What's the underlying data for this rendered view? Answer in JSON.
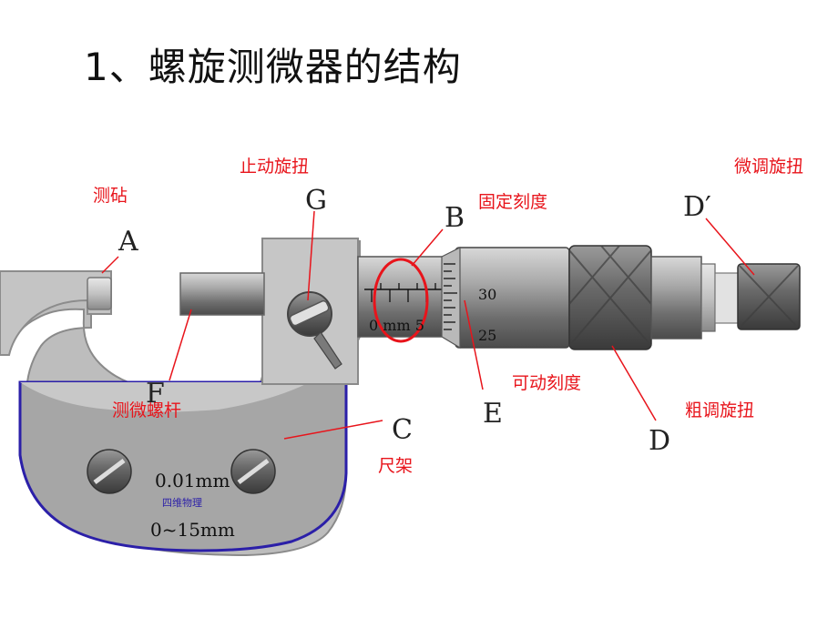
{
  "title": "1、螺旋测微器的结构",
  "labels": {
    "anvil": "测砧",
    "lock": "止动旋扭",
    "fixed_scale": "固定刻度",
    "fine_knob": "微调旋扭",
    "movable_scale": "可动刻度",
    "spindle": "测微螺杆",
    "frame": "尺架",
    "coarse_knob": "粗调旋扭"
  },
  "letters": {
    "A": "A",
    "G": "G",
    "B": "B",
    "Dprime": "D′",
    "F": "F",
    "C": "C",
    "E": "E",
    "D": "D"
  },
  "frame_text": {
    "precision": "0.01mm",
    "brand": "四维物理",
    "range": "0~15mm"
  },
  "scale": {
    "sleeve_text": "0 mm 5",
    "thimble_upper": "30",
    "thimble_lower": "25"
  },
  "colors": {
    "label_red": "#e8141b",
    "frame_blue": "#2b1fa8",
    "highlight_red": "#e8141b"
  }
}
